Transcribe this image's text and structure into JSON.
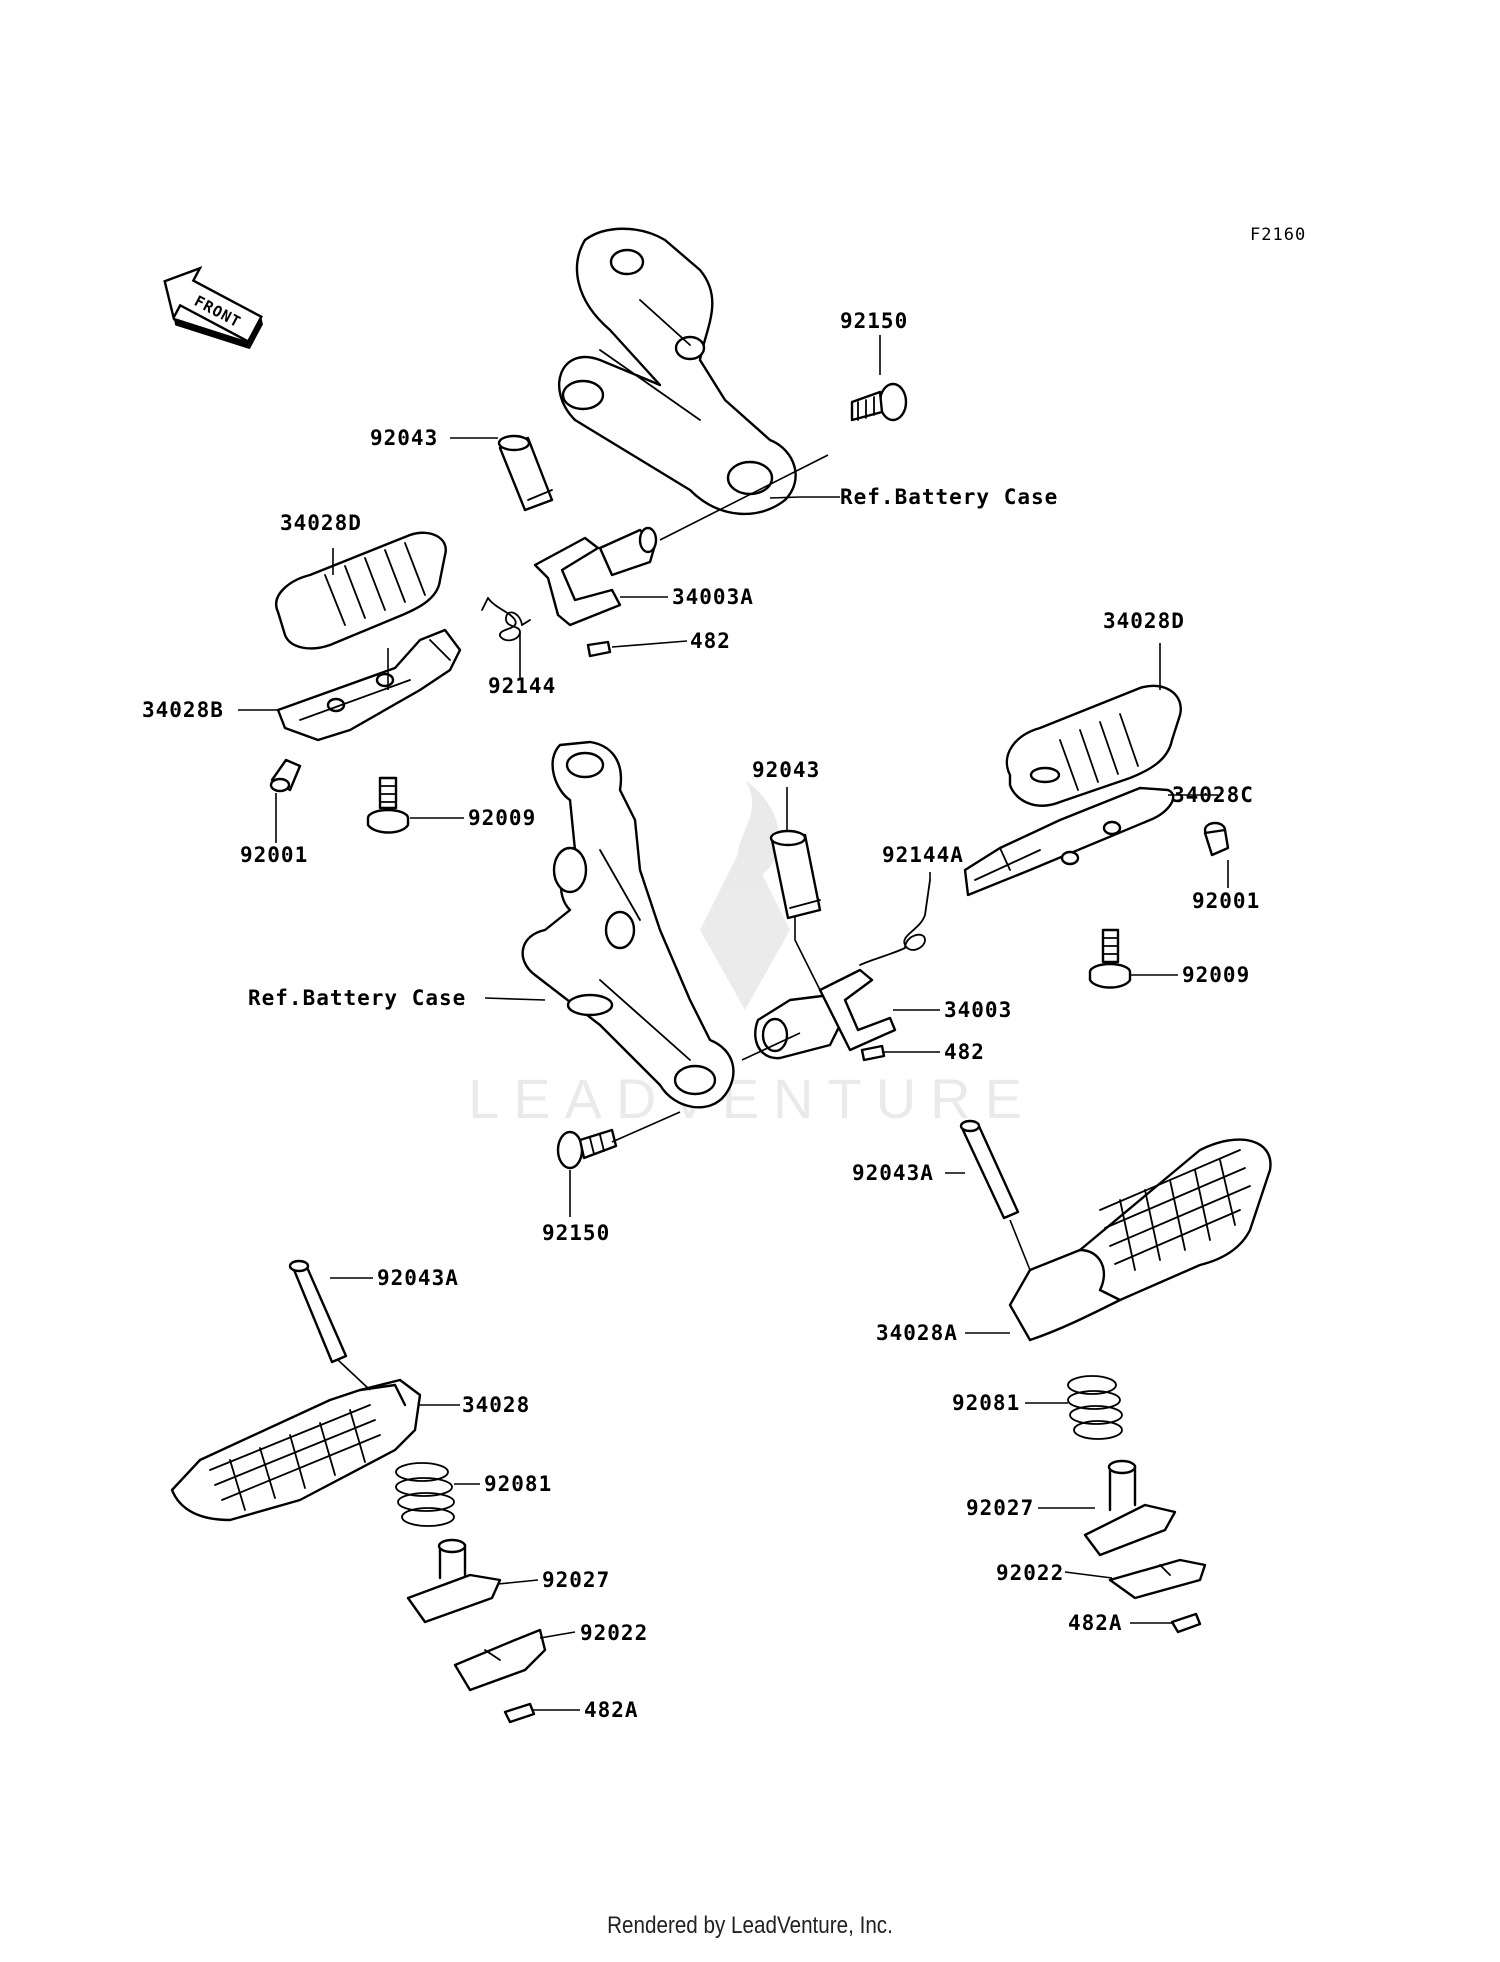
{
  "diagram_code": "F2160",
  "front_arrow_text": "FRONT",
  "watermark_text": "LEADVENTURE",
  "footer_text": "Rendered by LeadVenture, Inc.",
  "labels": {
    "p92150_top": "92150",
    "p92043_top": "92043",
    "ref_battery_top": "Ref.Battery Case",
    "p34028D_left": "34028D",
    "p34003A": "34003A",
    "p482_top": "482",
    "p92144": "92144",
    "p34028B": "34028B",
    "p92001_left": "92001",
    "p92009_left": "92009",
    "p92043_mid": "92043",
    "p34028D_right": "34028D",
    "p34028C": "34028C",
    "p92144A": "92144A",
    "p92001_right": "92001",
    "p92009_right": "92009",
    "ref_battery_mid": "Ref.Battery Case",
    "p34003": "34003",
    "p482_mid": "482",
    "p92150_bottom": "92150",
    "p92043A_right": "92043A",
    "p34028A": "34028A",
    "p92081_right": "92081",
    "p92027_right": "92027",
    "p92022_right": "92022",
    "p482A_right": "482A",
    "p92043A_left": "92043A",
    "p34028": "34028",
    "p92081_left": "92081",
    "p92027_left": "92027",
    "p92022_left": "92022",
    "p482A_left": "482A"
  }
}
